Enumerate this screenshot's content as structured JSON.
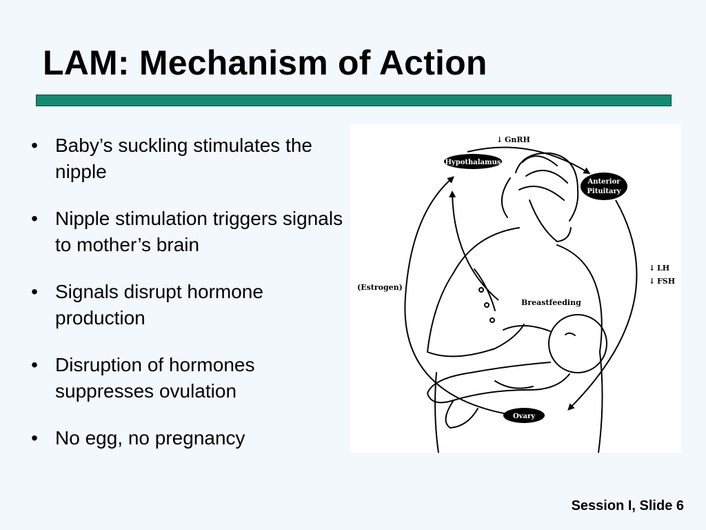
{
  "slide": {
    "title": "LAM: Mechanism of Action",
    "bullets": [
      "Baby’s suckling stimulates the nipple",
      "Nipple stimulation triggers signals to mother’s brain",
      "Signals disrupt hormone production",
      "Disruption of hormones suppresses ovulation",
      "No egg, no pregnancy"
    ],
    "footer": "Session I, Slide 6"
  },
  "diagram": {
    "gnrh": "GnRH",
    "hypothalamus": "Hypothalamus",
    "anterior": "Anterior",
    "pituitary": "Pituitary",
    "lh": "LH",
    "fsh": "FSH",
    "estrogen": "(Estrogen)",
    "breastfeeding": "Breastfeeding",
    "ovary": "Ovary",
    "down_arrow_glyph": "↓"
  },
  "colors": {
    "background": "#f3f8fd",
    "title_bar": "#138a72",
    "text": "#000000"
  }
}
